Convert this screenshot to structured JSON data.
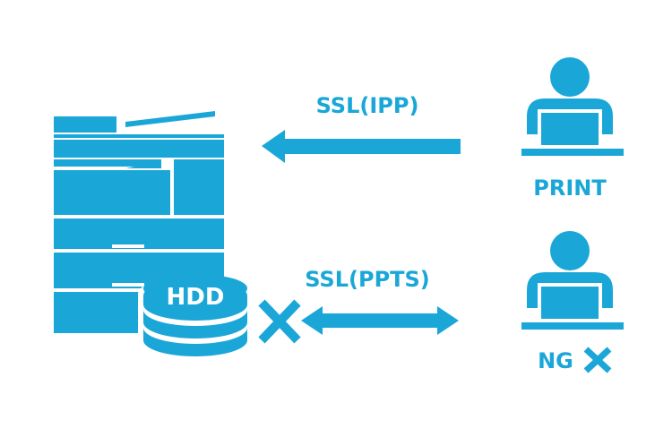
{
  "colors": {
    "primary": "#1aa7d8",
    "background": "#ffffff"
  },
  "labels": {
    "hdd": "HDD",
    "ipp_protocol": "SSL(IPP)",
    "ppts_protocol": "SSL(PPTS)",
    "print_result": "PRINT",
    "ng_result": "NG"
  },
  "icons": {
    "printer": "multifunction-printer-icon",
    "hdd": "hdd-database-icon",
    "block": "cross-icon",
    "user": "user-at-laptop-icon"
  }
}
